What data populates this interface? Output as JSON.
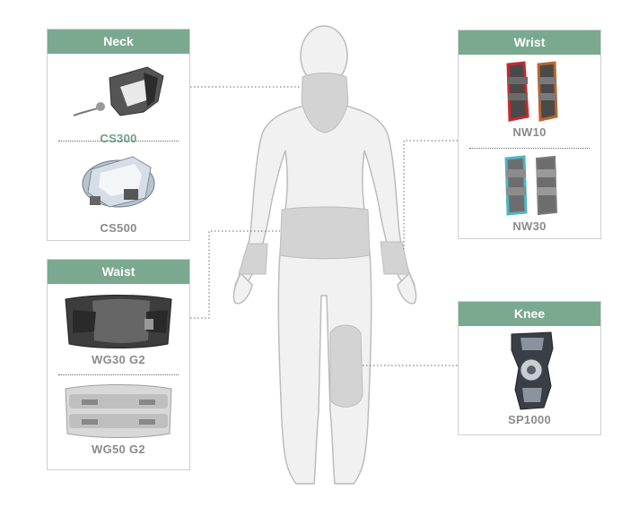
{
  "colors": {
    "header_bg": "#7aa98f",
    "caption_gray": "#8a8a8a",
    "caption_accent": "#6aa188",
    "body_fill": "#f0f0f0",
    "body_stroke": "#bdbdbd",
    "brace_fill": "#d4d4d4"
  },
  "panels": {
    "neck": {
      "title": "Neck",
      "items": [
        {
          "label": "CS300",
          "icon": "neck-brace-cs300-icon"
        },
        {
          "label": "CS500",
          "icon": "neck-brace-cs500-icon"
        }
      ]
    },
    "waist": {
      "title": "Waist",
      "items": [
        {
          "label": "WG30 G2",
          "icon": "waist-belt-wg30-icon"
        },
        {
          "label": "WG50 G2",
          "icon": "waist-belt-wg50-icon"
        }
      ]
    },
    "wrist": {
      "title": "Wrist",
      "items": [
        {
          "label": "NW10",
          "icon": "wrist-brace-nw10-icon"
        },
        {
          "label": "NW30",
          "icon": "wrist-brace-nw30-icon"
        }
      ]
    },
    "knee": {
      "title": "Knee",
      "items": [
        {
          "label": "SP1000",
          "icon": "knee-brace-sp1000-icon"
        }
      ]
    }
  }
}
